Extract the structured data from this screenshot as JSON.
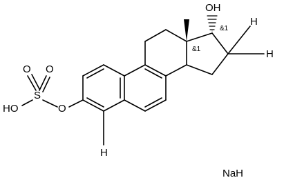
{
  "molecule": {
    "atoms": {
      "oh_top": "OH",
      "h_upper_right": "H",
      "h_right": "H",
      "stereo_c13": "&1",
      "stereo_c17": "&1",
      "o1": "O",
      "o2": "O",
      "s": "S",
      "ho": "HO",
      "o_ester": "O",
      "h_aromatic": "H"
    },
    "counterion": "NaH"
  }
}
